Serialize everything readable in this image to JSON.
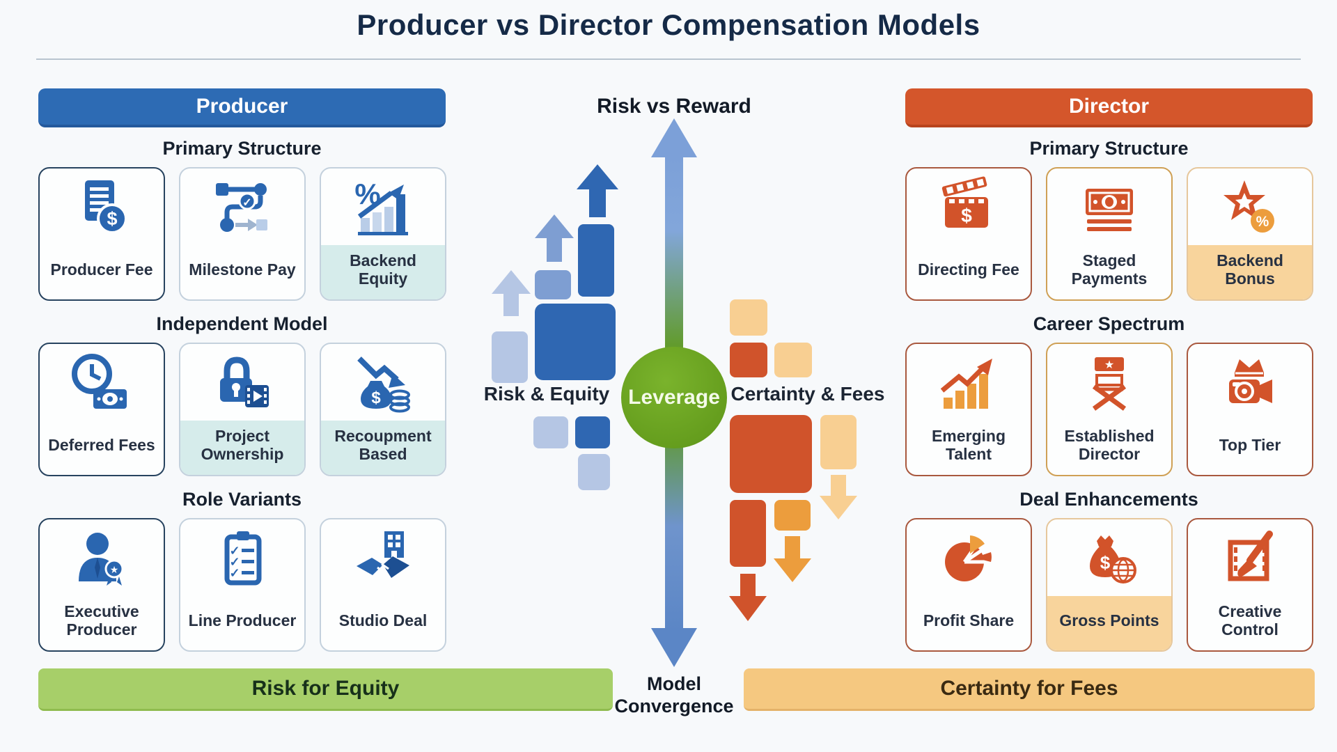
{
  "title": "Producer vs Director Compensation Models",
  "producer": {
    "banner": "Producer",
    "sections": [
      {
        "heading": "Primary Structure",
        "cards": [
          {
            "label": "Producer Fee",
            "icon": "document-dollar-icon",
            "highlighted": false
          },
          {
            "label": "Milestone Pay",
            "icon": "milestone-path-icon",
            "highlighted": false
          },
          {
            "label": "Backend Equity",
            "icon": "percent-growth-chart-icon",
            "highlighted": true
          }
        ]
      },
      {
        "heading": "Independent Model",
        "cards": [
          {
            "label": "Deferred Fees",
            "icon": "clock-banknote-icon",
            "highlighted": false
          },
          {
            "label": "Project Ownership",
            "icon": "padlock-film-icon",
            "highlighted": true
          },
          {
            "label": "Recoupment Based",
            "icon": "down-arrow-moneybag-icon",
            "highlighted": true
          }
        ]
      },
      {
        "heading": "Role Variants",
        "cards": [
          {
            "label": "Executive Producer",
            "icon": "person-award-icon",
            "highlighted": false
          },
          {
            "label": "Line Producer",
            "icon": "clipboard-checklist-icon",
            "highlighted": false
          },
          {
            "label": "Studio Deal",
            "icon": "handshake-building-icon",
            "highlighted": false
          }
        ]
      }
    ],
    "footer_banner": "Risk for Equity"
  },
  "director": {
    "banner": "Director",
    "sections": [
      {
        "heading": "Primary Structure",
        "cards": [
          {
            "label": "Directing Fee",
            "icon": "clapperboard-dollar-icon",
            "highlighted": false
          },
          {
            "label": "Staged Payments",
            "icon": "banknote-stack-icon",
            "highlighted": false
          },
          {
            "label": "Backend Bonus",
            "icon": "star-percent-icon",
            "highlighted": true
          }
        ]
      },
      {
        "heading": "Career Spectrum",
        "cards": [
          {
            "label": "Emerging Talent",
            "icon": "rising-bars-arrow-icon",
            "highlighted": false
          },
          {
            "label": "Established Director",
            "icon": "director-chair-icon",
            "highlighted": false
          },
          {
            "label": "Top Tier",
            "icon": "camera-crown-icon",
            "highlighted": false
          }
        ]
      },
      {
        "heading": "Deal Enhancements",
        "cards": [
          {
            "label": "Profit Share",
            "icon": "pie-chart-icon",
            "highlighted": false
          },
          {
            "label": "Gross Points",
            "icon": "moneybag-globe-icon",
            "highlighted": true
          },
          {
            "label": "Creative Control",
            "icon": "film-paintbrush-icon",
            "highlighted": false
          }
        ]
      }
    ],
    "footer_banner": "Certainty for Fees"
  },
  "center": {
    "title": "Risk vs Reward",
    "left_label": "Risk & Equity",
    "hub_label": "Leverage",
    "right_label": "Certainty & Fees",
    "bottom_label_line1": "Model",
    "bottom_label_line2": "Convergence"
  },
  "colors": {
    "producer_blue": "#2d6bb4",
    "director_orange": "#d4562b",
    "leverage_green": "#67a11d",
    "risk_banner_green": "#a7cf69",
    "certainty_banner_orange": "#f5c880",
    "highlight_cyan": "#d6eceb",
    "highlight_orange": "#f8d49c",
    "cluster_blue_dark": "#2f67b2",
    "cluster_blue_light": "#b5c6e4",
    "cluster_red_orange": "#d0532b",
    "cluster_amber": "#ec9d3d",
    "cluster_light_orange": "#f8cf92"
  }
}
